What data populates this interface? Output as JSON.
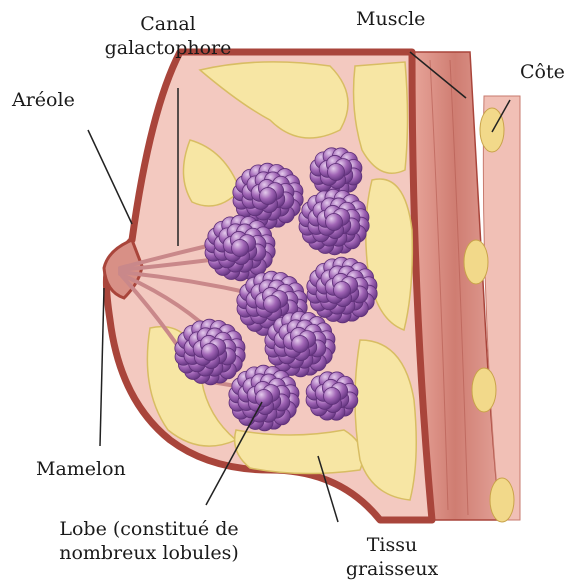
{
  "labels": {
    "canal_line1": "Canal",
    "canal_line2": "galactophore",
    "muscle": "Muscle",
    "cote": "Côte",
    "areole": "Aréole",
    "mamelon": "Mamelon",
    "lobe_line1": "Lobe (constitué de",
    "lobe_line2": "nombreux lobules)",
    "tissu_line1": "Tissu",
    "tissu_line2": "graisseux"
  },
  "colors": {
    "background": "#ffffff",
    "skin_edge": "#a9453b",
    "breast_tissue": "#f3c9c0",
    "fat": "#f7e6a4",
    "fat_outline": "#d8bd63",
    "lobule": "#a064b5",
    "lobule_highlight": "#d7b2e1",
    "muscle": "#cf7d72",
    "rib": "#f2d98a",
    "leader_line": "#222222"
  }
}
